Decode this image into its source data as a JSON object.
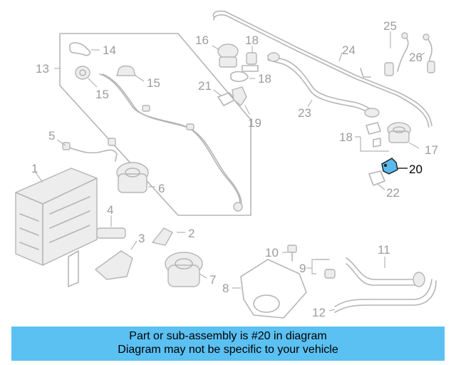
{
  "diagram": {
    "labels": {
      "l1": "1",
      "l2": "2",
      "l3": "3",
      "l4": "4",
      "l5": "5",
      "l6": "6",
      "l7": "7",
      "l8": "8",
      "l9": "9",
      "l10": "10",
      "l11": "11",
      "l12": "12",
      "l13": "13",
      "l14": "14",
      "l15a": "15",
      "l15b": "15",
      "l16": "16",
      "l17": "17",
      "l18a": "18",
      "l18b": "18",
      "l18c": "18",
      "l19": "19",
      "l20": "20",
      "l21": "21",
      "l22": "22",
      "l23": "23",
      "l24": "24",
      "l25": "25",
      "l26": "26"
    },
    "highlighted_part": "20",
    "colors": {
      "highlight": "#58b9ec",
      "lines": "#b5b5b5",
      "banner": "#5bc0f2"
    }
  },
  "banner": {
    "line1": "Part or sub-assembly is #20 in diagram",
    "line2": "Diagram may not be specific to your vehicle"
  }
}
